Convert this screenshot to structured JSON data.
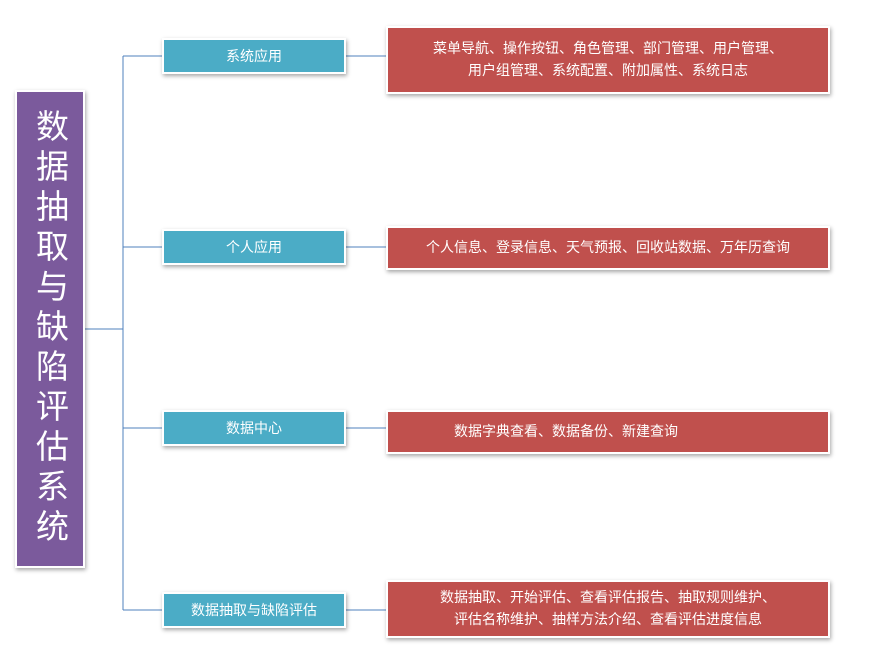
{
  "root": {
    "label": "数据抽取与缺陷评估系统"
  },
  "branches": [
    {
      "label": "系统应用",
      "detail": [
        "菜单导航、操作按钮、角色管理、部门管理、用户管理、",
        "用户组管理、系统配置、附加属性、系统日志"
      ]
    },
    {
      "label": "个人应用",
      "detail": [
        "个人信息、登录信息、天气预报、回收站数据、万年历查询"
      ]
    },
    {
      "label": "数据中心",
      "detail": [
        "数据字典查看、数据备份、新建查询"
      ]
    },
    {
      "label": "数据抽取与缺陷评估",
      "detail": [
        "数据抽取、开始评估、查看评估报告、抽取规则维护、",
        "评估名称维护、抽样方法介绍、查看评估进度信息"
      ]
    }
  ],
  "colors": {
    "root": "#7b5a9c",
    "node": "#4bacc6",
    "detail": "#c0504d",
    "connector": "#4f81bd"
  }
}
